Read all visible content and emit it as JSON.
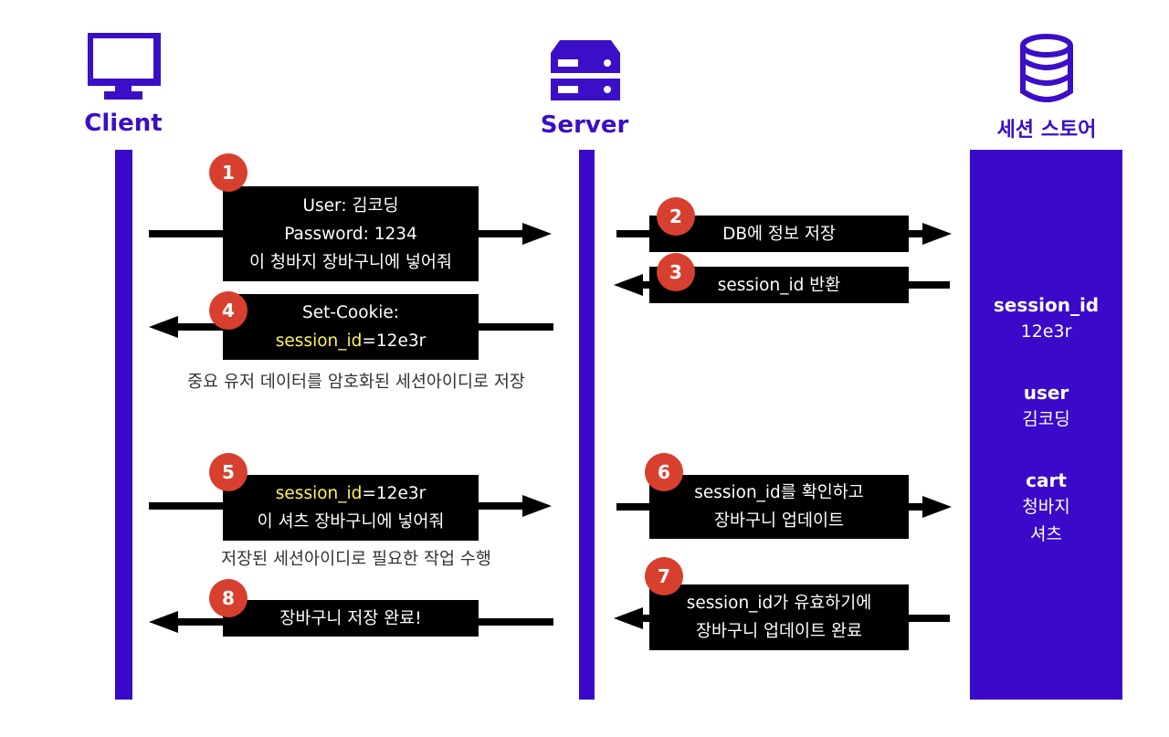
{
  "actors": {
    "client": {
      "label": "Client",
      "icon": "monitor-icon"
    },
    "server": {
      "label": "Server",
      "icon": "server-icon"
    },
    "store": {
      "label": "세션 스토어",
      "icon": "database-icon"
    }
  },
  "store_contents": {
    "session_id_label": "session_id",
    "session_id_value": "12e3r",
    "user_label": "user",
    "user_value": "김코딩",
    "cart_label": "cart",
    "cart_items": [
      "청바지",
      "셔츠"
    ]
  },
  "steps": [
    {
      "number": "1",
      "direction": "client-to-server",
      "lines": [
        "User: 김코딩",
        "Password: 1234",
        "이 청바지 장바구니에 넣어줘"
      ]
    },
    {
      "number": "2",
      "direction": "server-to-store",
      "lines": [
        "DB에 정보 저장"
      ]
    },
    {
      "number": "3",
      "direction": "store-to-server",
      "lines": [
        "session_id 반환"
      ]
    },
    {
      "number": "4",
      "direction": "server-to-client",
      "lines": [
        "Set-Cookie:"
      ],
      "highlight": "session_id",
      "highlight_rest": "=12e3r",
      "note": "중요 유저 데이터를 암호화된 세션아이디로 저장"
    },
    {
      "number": "5",
      "direction": "client-to-server",
      "highlight": "session_id",
      "highlight_rest": "=12e3r",
      "lines": [
        "이 셔츠 장바구니에 넣어줘"
      ],
      "note": "저장된 세션아이디로 필요한 작업 수행"
    },
    {
      "number": "6",
      "direction": "server-to-store",
      "lines": [
        "session_id를 확인하고",
        "장바구니 업데이트"
      ]
    },
    {
      "number": "7",
      "direction": "store-to-server",
      "lines": [
        "session_id가 유효하기에",
        "장바구니 업데이트 완료"
      ]
    },
    {
      "number": "8",
      "direction": "server-to-client",
      "lines": [
        "장바구니 저장 완료!"
      ]
    }
  ],
  "colors": {
    "actor": "#3a0fc7",
    "lifeline": "#3a09c9",
    "badge": "#d7402e",
    "highlight": "#fff25c",
    "message_bg": "#000000"
  }
}
